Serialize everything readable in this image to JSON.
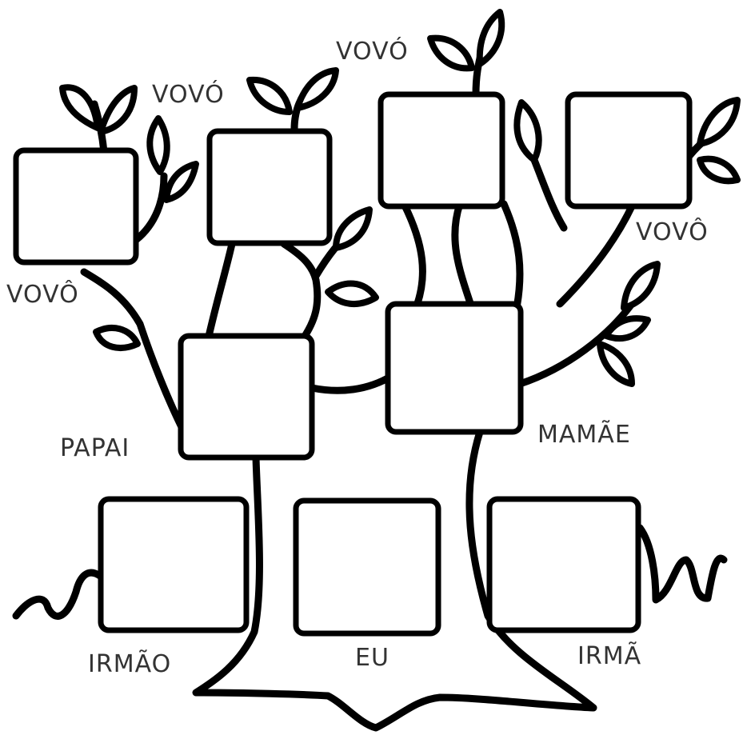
{
  "labels": {
    "vovo_top_left": "VOVÓ",
    "vovo_top_right": "VOVÓ",
    "vovo_left": "VOVÔ",
    "vovo_right": "VOVÔ",
    "papai": "PAPAI",
    "mamae": "MAMÃE",
    "irmao": "IRMÃO",
    "eu": "EU",
    "irma": "IRMÃ"
  },
  "colors": {
    "line": "#000000",
    "text": "#333333",
    "background": "#ffffff"
  }
}
